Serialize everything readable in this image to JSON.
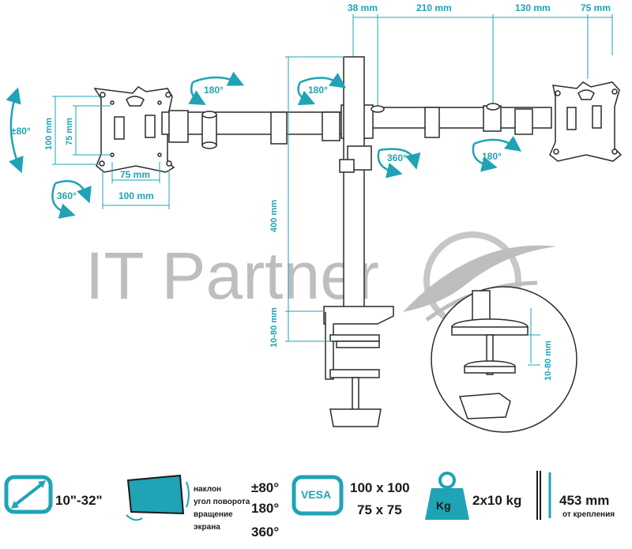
{
  "dimensions": {
    "top_38": "38 mm",
    "top_210": "210 mm",
    "top_130": "130 mm",
    "top_75": "75 mm",
    "vesa_h75": "75 mm",
    "vesa_h100": "100 mm",
    "vesa_v100": "100 mm",
    "vesa_v75": "75 mm",
    "pole_400": "400 mm",
    "clamp_range": "10-80 mm",
    "detail_clamp_range": "10-80 mm"
  },
  "rotations": {
    "tilt": "±80°",
    "swivel_left": "180°",
    "swivel_pole": "180°",
    "swivel_arm": "360°",
    "swivel_right": "180°",
    "rotate_plate": "360°"
  },
  "watermark": {
    "text": "IT Partner"
  },
  "specs": {
    "screen_size": "10\"-32\"",
    "tilt_label": "наклон",
    "tilt_value": "±80°",
    "swivel_label": "угол поворота",
    "swivel_value": "180°",
    "rotate_label_1": "вращение",
    "rotate_label_2": "экрана",
    "rotate_value": "360°",
    "vesa_badge": "VESA",
    "vesa_1": "100 x 100",
    "vesa_2": "75 x 75",
    "weight_badge": "Kg",
    "weight": "2x10 kg",
    "height": "453 mm",
    "height_note": "от крепления"
  },
  "colors": {
    "accent": "#1fa3b5",
    "line": "#2a2a2a",
    "watermark": "#8a8a8a"
  }
}
